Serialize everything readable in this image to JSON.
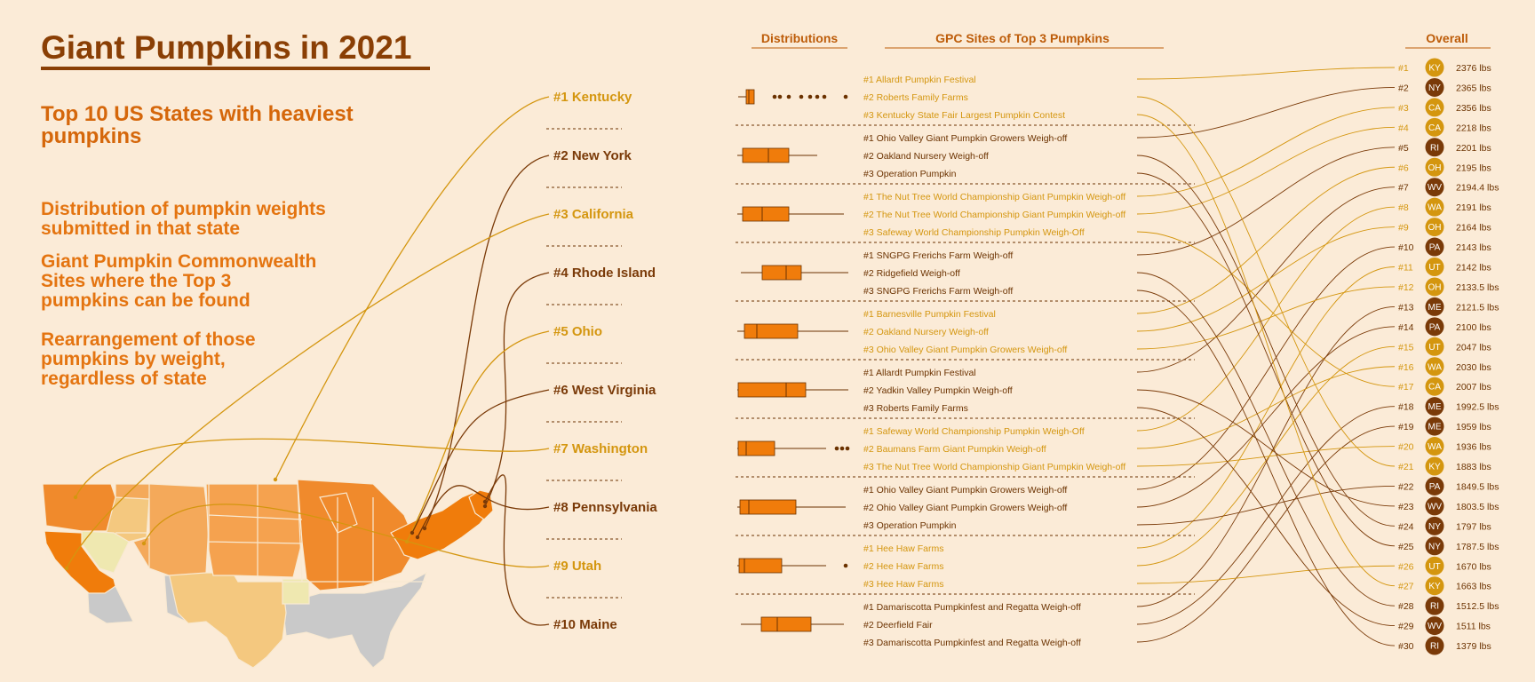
{
  "title": "Giant Pumpkins in 2021",
  "subtitle_lines": [
    "Top 10 US States with heaviest",
    "pumpkins"
  ],
  "description_blocks": [
    [
      "Distribution of pumpkin weights",
      "submitted in that state"
    ],
    [
      "Giant Pumpkin Commonwealth",
      "Sites where the Top 3",
      "pumpkins can be found"
    ],
    [
      "Rearrangement of those",
      "pumpkins by weight,",
      "regardless of state"
    ]
  ],
  "headers": {
    "distributions": "Distributions",
    "sites": "GPC Sites of Top 3 Pumpkins",
    "overall": "Overall"
  },
  "colors": {
    "background": "#fbebd7",
    "gold": "#d4960f",
    "brown": "#7a3a08",
    "box": "#f07c0b",
    "dark_text": "#6b3200"
  },
  "map_note": "choropleth map of contiguous US states; top 10 states highlighted in orange shades, other states light orange/tan, states without data gray",
  "chart_data": {
    "type": "dot-plot",
    "states": [
      {
        "label": "#1 Kentucky",
        "abbr": "KY",
        "color": "gold",
        "box": {
          "min": 1,
          "q1": 10,
          "median": 13,
          "q3": 19,
          "max": 19,
          "outliers": [
            42,
            48,
            58,
            72,
            82,
            90,
            98,
            122
          ]
        },
        "sites": [
          "#1 Allardt Pumpkin Festival",
          "#2 Roberts Family Farms",
          "#3 Kentucky State Fair Largest Pumpkin Contest"
        ]
      },
      {
        "label": "#2 New York",
        "abbr": "NY",
        "color": "brown",
        "box": {
          "min": 0,
          "q1": 6,
          "median": 35,
          "q3": 58,
          "max": 90,
          "outliers": []
        },
        "sites": [
          "#1 Ohio Valley Giant Pumpkin Growers Weigh-off",
          "#2 Oakland Nursery Weigh-off",
          "#3 Operation Pumpkin"
        ]
      },
      {
        "label": "#3 California",
        "abbr": "CA",
        "color": "gold",
        "box": {
          "min": 0,
          "q1": 6,
          "median": 28,
          "q3": 58,
          "max": 120,
          "outliers": []
        },
        "sites": [
          "#1 The Nut Tree World Championship Giant Pumpkin Weigh-off",
          "#2 The Nut Tree World Championship Giant Pumpkin Weigh-off",
          "#3 Safeway World Championship Pumpkin Weigh-Off"
        ]
      },
      {
        "label": "#4 Rhode Island",
        "abbr": "RI",
        "color": "brown",
        "box": {
          "min": 4,
          "q1": 28,
          "median": 55,
          "q3": 72,
          "max": 125,
          "outliers": []
        },
        "sites": [
          "#1 SNGPG Frerichs Farm Weigh-off",
          "#2 Ridgefield Weigh-off",
          "#3 SNGPG Frerichs Farm Weigh-off"
        ]
      },
      {
        "label": "#5 Ohio",
        "abbr": "OH",
        "color": "gold",
        "box": {
          "min": 0,
          "q1": 8,
          "median": 22,
          "q3": 68,
          "max": 125,
          "outliers": []
        },
        "sites": [
          "#1 Barnesville Pumpkin Festival",
          "#2 Oakland Nursery Weigh-off",
          "#3 Ohio Valley Giant Pumpkin Growers Weigh-off"
        ]
      },
      {
        "label": "#6 West Virginia",
        "abbr": "WV",
        "color": "brown",
        "box": {
          "min": 0,
          "q1": 1,
          "median": 55,
          "q3": 77,
          "max": 125,
          "outliers": []
        },
        "sites": [
          "#1 Allardt Pumpkin Festival",
          "#2 Yadkin Valley Pumpkin Weigh-off",
          "#3 Roberts Family Farms"
        ]
      },
      {
        "label": "#7 Washington",
        "abbr": "WA",
        "color": "gold",
        "box": {
          "min": 0,
          "q1": 1,
          "median": 10,
          "q3": 42,
          "max": 100,
          "outliers": [
            112,
            118,
            124
          ]
        },
        "sites": [
          "#1 Safeway World Championship Pumpkin Weigh-Off",
          "#2 Baumans Farm Giant Pumpkin Weigh-off",
          "#3 The Nut Tree World Championship Giant Pumpkin Weigh-off"
        ]
      },
      {
        "label": "#8 Pennsylvania",
        "abbr": "PA",
        "color": "brown",
        "box": {
          "min": 0,
          "q1": 3,
          "median": 13,
          "q3": 66,
          "max": 122,
          "outliers": []
        },
        "sites": [
          "#1 Ohio Valley Giant Pumpkin Growers Weigh-off",
          "#2 Ohio Valley Giant Pumpkin Growers Weigh-off",
          "#3 Operation Pumpkin"
        ]
      },
      {
        "label": "#9 Utah",
        "abbr": "UT",
        "color": "gold",
        "box": {
          "min": 0,
          "q1": 2,
          "median": 8,
          "q3": 50,
          "max": 100,
          "outliers": [
            122
          ]
        },
        "sites": [
          "#1 Hee Haw Farms",
          "#2 Hee Haw Farms",
          "#3 Hee Haw Farms"
        ]
      },
      {
        "label": "#10 Maine",
        "abbr": "ME",
        "color": "brown",
        "box": {
          "min": 4,
          "q1": 27,
          "median": 45,
          "q3": 83,
          "max": 120,
          "outliers": []
        },
        "sites": [
          "#1 Damariscotta Pumpkinfest and Regatta Weigh-off",
          "#2 Deerfield Fair",
          "#3 Damariscotta Pumpkinfest and Regatta Weigh-off"
        ]
      }
    ],
    "overall": [
      {
        "rank": "#1",
        "abbr": "KY",
        "weight": "2376 lbs",
        "color": "gold",
        "from": 0
      },
      {
        "rank": "#2",
        "abbr": "NY",
        "weight": "2365 lbs",
        "color": "brown",
        "from": 3
      },
      {
        "rank": "#3",
        "abbr": "CA",
        "weight": "2356 lbs",
        "color": "gold",
        "from": 6
      },
      {
        "rank": "#4",
        "abbr": "CA",
        "weight": "2218 lbs",
        "color": "gold",
        "from": 7
      },
      {
        "rank": "#5",
        "abbr": "RI",
        "weight": "2201 lbs",
        "color": "brown",
        "from": 9
      },
      {
        "rank": "#6",
        "abbr": "OH",
        "weight": "2195 lbs",
        "color": "gold",
        "from": 12
      },
      {
        "rank": "#7",
        "abbr": "WV",
        "weight": "2194.4 lbs",
        "color": "brown",
        "from": 15
      },
      {
        "rank": "#8",
        "abbr": "WA",
        "weight": "2191 lbs",
        "color": "gold",
        "from": 18
      },
      {
        "rank": "#9",
        "abbr": "OH",
        "weight": "2164 lbs",
        "color": "gold",
        "from": 13
      },
      {
        "rank": "#10",
        "abbr": "PA",
        "weight": "2143 lbs",
        "color": "brown",
        "from": 21
      },
      {
        "rank": "#11",
        "abbr": "UT",
        "weight": "2142 lbs",
        "color": "gold",
        "from": 24
      },
      {
        "rank": "#12",
        "abbr": "OH",
        "weight": "2133.5 lbs",
        "color": "gold",
        "from": 14
      },
      {
        "rank": "#13",
        "abbr": "ME",
        "weight": "2121.5 lbs",
        "color": "brown",
        "from": 27
      },
      {
        "rank": "#14",
        "abbr": "PA",
        "weight": "2100 lbs",
        "color": "brown",
        "from": 22
      },
      {
        "rank": "#15",
        "abbr": "UT",
        "weight": "2047 lbs",
        "color": "gold",
        "from": 25
      },
      {
        "rank": "#16",
        "abbr": "WA",
        "weight": "2030 lbs",
        "color": "gold",
        "from": 19
      },
      {
        "rank": "#17",
        "abbr": "CA",
        "weight": "2007 lbs",
        "color": "gold",
        "from": 8
      },
      {
        "rank": "#18",
        "abbr": "ME",
        "weight": "1992.5 lbs",
        "color": "brown",
        "from": 28
      },
      {
        "rank": "#19",
        "abbr": "ME",
        "weight": "1959 lbs",
        "color": "brown",
        "from": 29
      },
      {
        "rank": "#20",
        "abbr": "WA",
        "weight": "1936 lbs",
        "color": "gold",
        "from": 20
      },
      {
        "rank": "#21",
        "abbr": "KY",
        "weight": "1883 lbs",
        "color": "gold",
        "from": 1
      },
      {
        "rank": "#22",
        "abbr": "PA",
        "weight": "1849.5 lbs",
        "color": "brown",
        "from": 23
      },
      {
        "rank": "#23",
        "abbr": "WV",
        "weight": "1803.5 lbs",
        "color": "brown",
        "from": 16
      },
      {
        "rank": "#24",
        "abbr": "NY",
        "weight": "1797 lbs",
        "color": "brown",
        "from": 4
      },
      {
        "rank": "#25",
        "abbr": "NY",
        "weight": "1787.5 lbs",
        "color": "brown",
        "from": 5
      },
      {
        "rank": "#26",
        "abbr": "UT",
        "weight": "1670 lbs",
        "color": "gold",
        "from": 26
      },
      {
        "rank": "#27",
        "abbr": "KY",
        "weight": "1663 lbs",
        "color": "gold",
        "from": 2
      },
      {
        "rank": "#28",
        "abbr": "RI",
        "weight": "1512.5 lbs",
        "color": "brown",
        "from": 10
      },
      {
        "rank": "#29",
        "abbr": "WV",
        "weight": "1511 lbs",
        "color": "brown",
        "from": 17
      },
      {
        "rank": "#30",
        "abbr": "RI",
        "weight": "1379 lbs",
        "color": "brown",
        "from": 11
      }
    ]
  }
}
